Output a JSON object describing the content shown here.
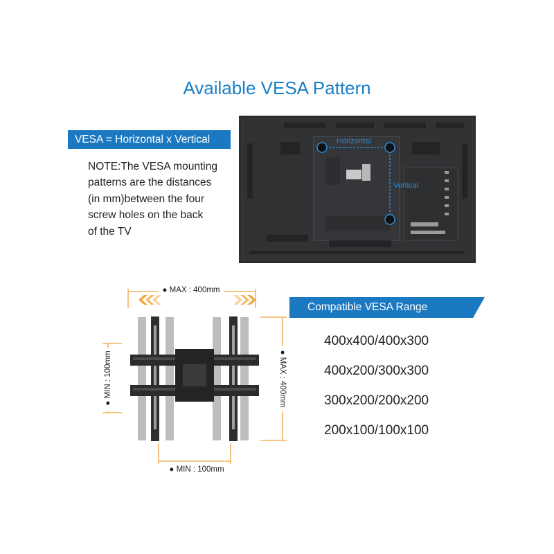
{
  "title": "Available VESA Pattern",
  "vesa_banner": "VESA = Horizontal x Vertical",
  "note_lines": [
    "NOTE:The VESA mounting",
    "patterns are the distances",
    "(in mm)between the four",
    "screw holes on the back",
    "of the TV"
  ],
  "tv_labels": {
    "horizontal": "Horizontal",
    "vertical": "Vertical"
  },
  "mount_labels": {
    "max_width": "● MAX : 400mm",
    "min_width": "● MIN : 100mm",
    "min_height": "● MIN : 100mm",
    "max_height": "● MAX : 400mm"
  },
  "compat_banner": "Compatible VESA Range",
  "ranges": [
    "400x400/400x300",
    "400x200/300x300",
    "300x200/200x200",
    "200x100/100x100"
  ],
  "colors": {
    "accent_blue": "#1b79c2",
    "dimension_orange": "#f0a43a",
    "tv_body": "#2b2c2e"
  }
}
